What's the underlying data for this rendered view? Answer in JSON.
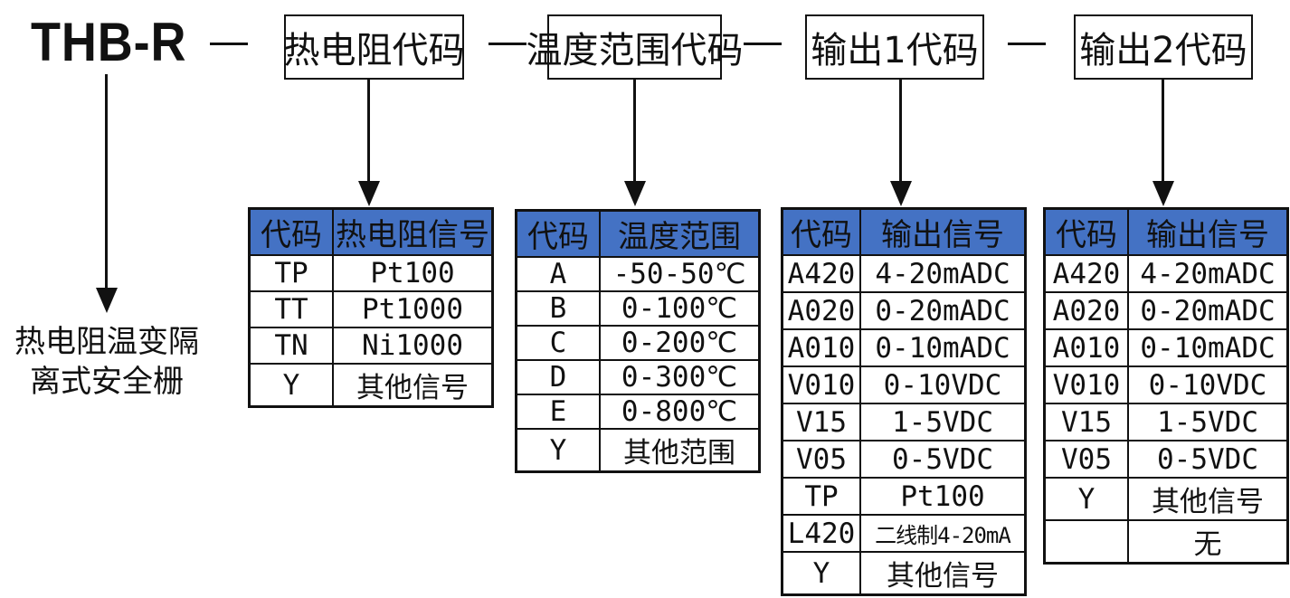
{
  "model": "THB-R",
  "description": [
    "热电阻温变隔",
    "离式安全栅"
  ],
  "code_boxes": [
    "热电阻代码",
    "温度范围代码",
    "输出1代码",
    "输出2代码"
  ],
  "tables": [
    {
      "headers": [
        "代码",
        "热电阻信号"
      ],
      "rows": [
        [
          "TP",
          "Pt100"
        ],
        [
          "TT",
          "Pt1000"
        ],
        [
          "TN",
          "Ni1000"
        ],
        [
          "Y",
          "其他信号"
        ]
      ]
    },
    {
      "headers": [
        "代码",
        "温度范围"
      ],
      "rows": [
        [
          "A",
          "-50-50℃"
        ],
        [
          "B",
          "0-100℃"
        ],
        [
          "C",
          "0-200℃"
        ],
        [
          "D",
          "0-300℃"
        ],
        [
          "E",
          "0-800℃"
        ],
        [
          "Y",
          "其他范围"
        ]
      ]
    },
    {
      "headers": [
        "代码",
        "输出信号"
      ],
      "rows": [
        [
          "A420",
          "4-20mADC"
        ],
        [
          "A020",
          "0-20mADC"
        ],
        [
          "A010",
          "0-10mADC"
        ],
        [
          "V010",
          "0-10VDC"
        ],
        [
          "V15",
          "1-5VDC"
        ],
        [
          "V05",
          "0-5VDC"
        ],
        [
          "TP",
          "Pt100"
        ],
        [
          "L420",
          "二线制4-20mA"
        ],
        [
          "Y",
          "其他信号"
        ]
      ]
    },
    {
      "headers": [
        "代码",
        "输出信号"
      ],
      "rows": [
        [
          "A420",
          "4-20mADC"
        ],
        [
          "A020",
          "0-20mADC"
        ],
        [
          "A010",
          "0-10mADC"
        ],
        [
          "V010",
          "0-10VDC"
        ],
        [
          "V15",
          "1-5VDC"
        ],
        [
          "V05",
          "0-5VDC"
        ],
        [
          "Y",
          "其他信号"
        ],
        [
          "",
          "无"
        ]
      ]
    }
  ]
}
